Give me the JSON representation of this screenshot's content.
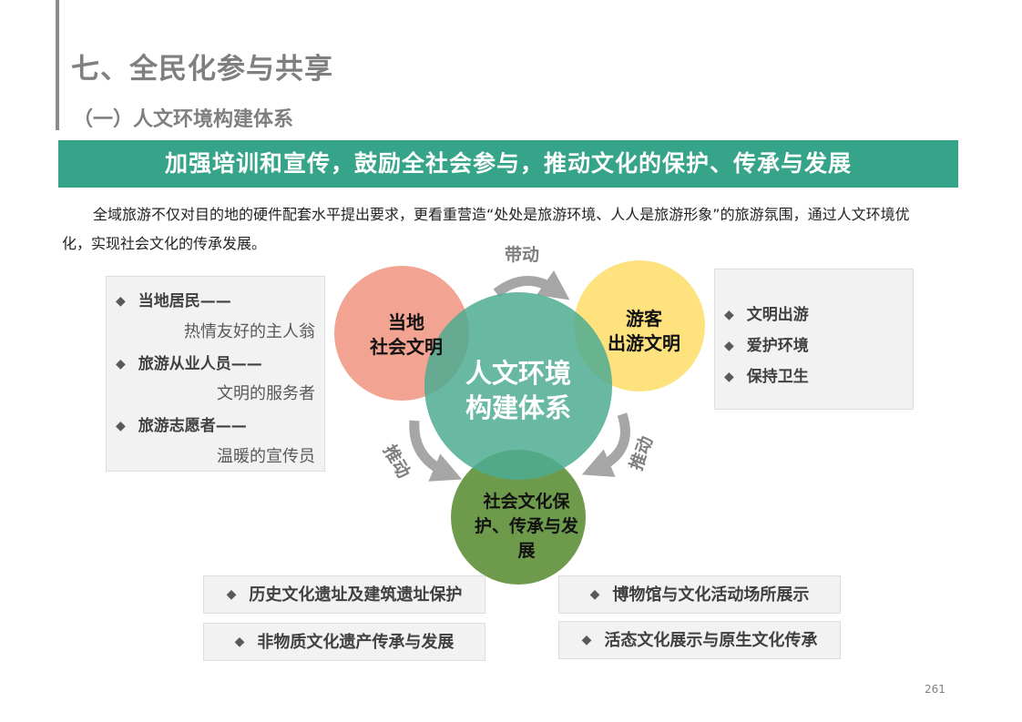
{
  "title": "七、全民化参与共享",
  "subtitle": "（一）人文环境构建体系",
  "banner": "加强培训和宣传，鼓励全社会参与，推动文化的保护、传承与发展",
  "intro": "全域旅游不仅对目的地的硬件配套水平提出要求，更看重营造“处处是旅游环境、人人是旅游形象”的旅游氛围，通过人文环境优化，实现社会文化的传承发展。",
  "bullet_glyph": "◆",
  "left_box": [
    {
      "label": "当地居民——",
      "desc": "热情友好的主人翁"
    },
    {
      "label": "旅游从业人员——",
      "desc": "文明的服务者"
    },
    {
      "label": "旅游志愿者——",
      "desc": "温暖的宣传员"
    }
  ],
  "right_box": [
    "文明出游",
    "爱护环境",
    "保持卫生"
  ],
  "diagram": {
    "center": [
      "人文环境",
      "构建体系"
    ],
    "left_circle": [
      "当地",
      "社会文明"
    ],
    "right_circle": [
      "游客",
      "出游文明"
    ],
    "bottom_circle": [
      "社会文化保",
      "护、传承与发",
      "展"
    ],
    "arrow_top": "带动",
    "arrow_left": "推动",
    "arrow_right": "推动",
    "colors": {
      "center": "#4dac92",
      "left": "#f2a392",
      "right": "#fde27e",
      "bottom": "#6e9a4c",
      "arrow": "#a6a6a6"
    }
  },
  "bottom_boxes": [
    "历史文化遗址及建筑遗址保护",
    "博物馆与文化活动场所展示",
    "非物质文化遗产传承与发展",
    "活态文化展示与原生文化传承"
  ],
  "page_number": "261",
  "colors": {
    "banner": "#36a488",
    "heading": "#7f7f7f"
  }
}
